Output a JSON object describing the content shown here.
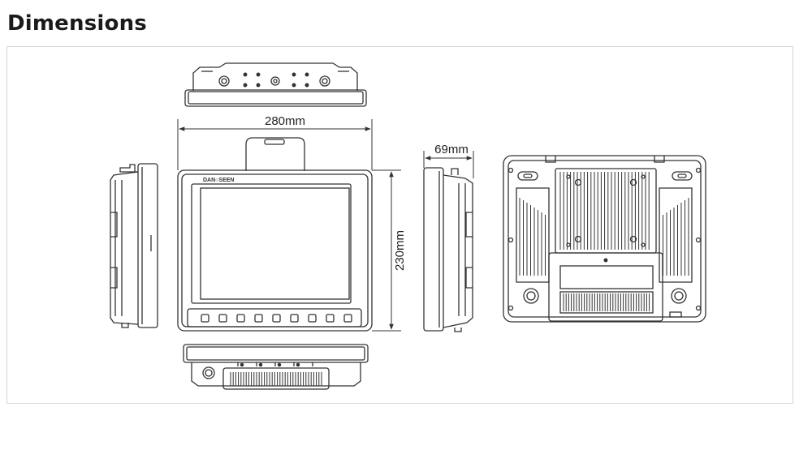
{
  "page": {
    "heading": "Dimensions"
  },
  "dimensions": {
    "width_label": "280mm",
    "height_label": "230mm",
    "depth_label": "69mm"
  },
  "branding": {
    "front_logo": "DAN○SEEN"
  },
  "colors": {
    "line": "#333333",
    "frame_border": "#d6d6d6",
    "heading": "#1a1a1a"
  }
}
